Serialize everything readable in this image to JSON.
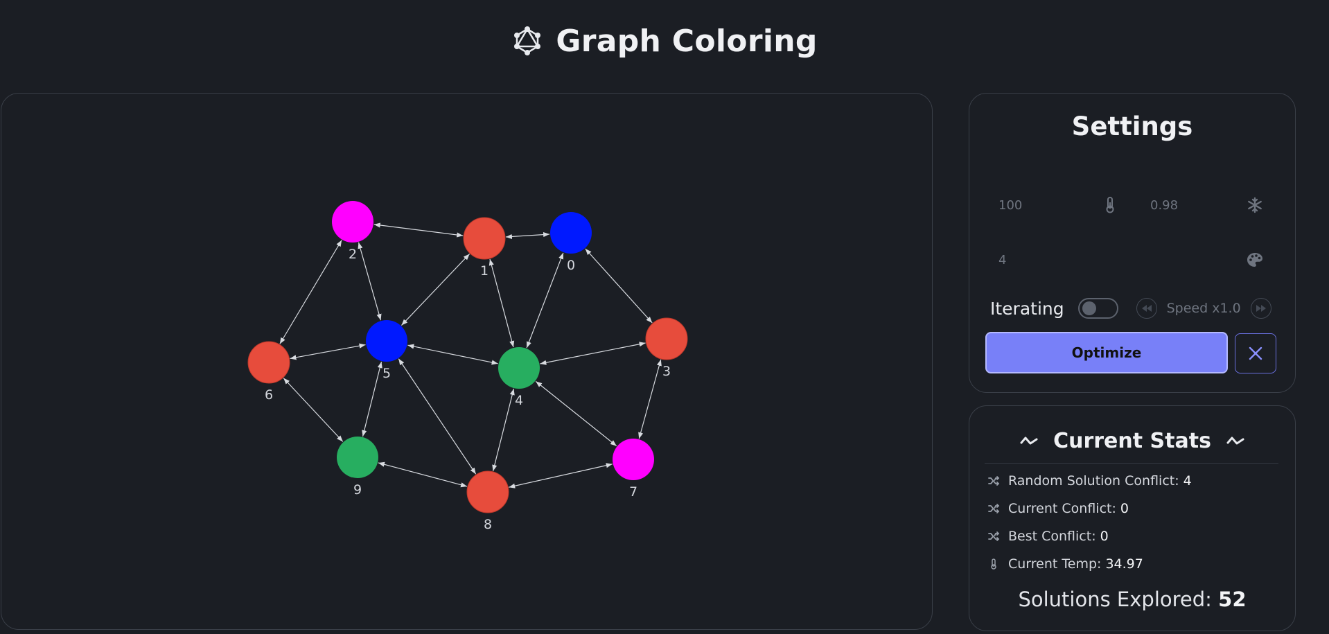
{
  "header": {
    "title": "Graph Coloring",
    "logo_icon": "graph-network-icon"
  },
  "settings": {
    "title": "Settings",
    "initial_temp": "100",
    "cooling_rate": "0.98",
    "num_colors": "4",
    "iterating_label": "Iterating",
    "iterating_on": false,
    "speed_label": "Speed x1.0",
    "optimize_label": "Optimize",
    "icons": {
      "temp": "thermometer-icon",
      "cooling": "snowflake-icon",
      "colors": "palette-icon",
      "slower": "rewind-icon",
      "faster": "fast-forward-icon",
      "close": "close-icon"
    }
  },
  "stats": {
    "title": "Current Stats",
    "rows": [
      {
        "label": "Random Solution Conflict:",
        "value": "4",
        "icon": "shuffle-icon"
      },
      {
        "label": "Current Conflict:",
        "value": "0",
        "icon": "shuffle-icon"
      },
      {
        "label": "Best Conflict:",
        "value": "0",
        "icon": "shuffle-icon"
      },
      {
        "label": "Current Temp:",
        "value": "34.97",
        "icon": "thermometer-icon"
      }
    ],
    "explored_label": "Solutions Explored:",
    "explored_value": "52"
  },
  "colors": {
    "red": "#e74c3c",
    "blue": "#0019ff",
    "magenta": "#ff00ff",
    "green": "#27ae60",
    "accent": "#7880f8",
    "background": "#1b1e24"
  },
  "graph": {
    "nodes": [
      {
        "id": "0",
        "color": "#0019ff"
      },
      {
        "id": "1",
        "color": "#e74c3c"
      },
      {
        "id": "2",
        "color": "#ff00ff"
      },
      {
        "id": "3",
        "color": "#e74c3c"
      },
      {
        "id": "4",
        "color": "#27ae60"
      },
      {
        "id": "5",
        "color": "#0019ff"
      },
      {
        "id": "6",
        "color": "#e74c3c"
      },
      {
        "id": "7",
        "color": "#ff00ff"
      },
      {
        "id": "8",
        "color": "#e74c3c"
      },
      {
        "id": "9",
        "color": "#27ae60"
      }
    ],
    "edges": [
      [
        "2",
        "1"
      ],
      [
        "1",
        "0"
      ],
      [
        "2",
        "6"
      ],
      [
        "2",
        "5"
      ],
      [
        "1",
        "5"
      ],
      [
        "1",
        "4"
      ],
      [
        "0",
        "4"
      ],
      [
        "0",
        "3"
      ],
      [
        "6",
        "5"
      ],
      [
        "5",
        "4"
      ],
      [
        "4",
        "3"
      ],
      [
        "6",
        "9"
      ],
      [
        "5",
        "9"
      ],
      [
        "5",
        "8"
      ],
      [
        "4",
        "8"
      ],
      [
        "4",
        "7"
      ],
      [
        "3",
        "7"
      ],
      [
        "9",
        "8"
      ],
      [
        "8",
        "7"
      ]
    ]
  }
}
